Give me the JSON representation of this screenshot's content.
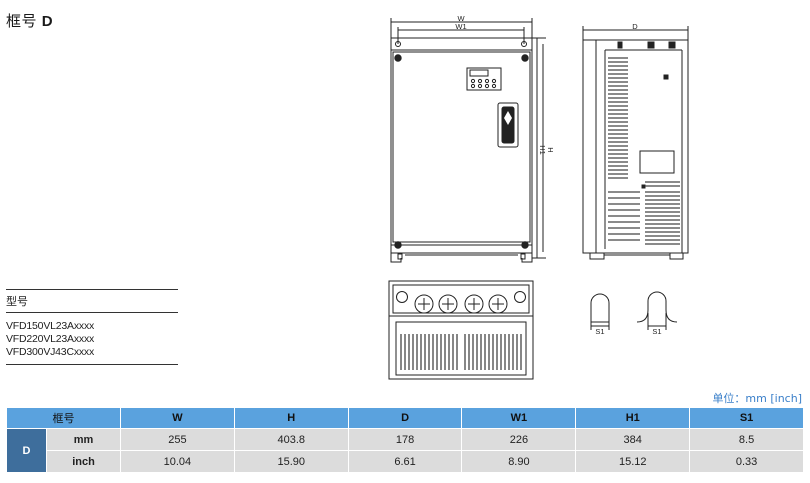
{
  "title": {
    "label": "框号",
    "code": "D"
  },
  "models": {
    "heading": "型号",
    "items": [
      "VFD150VL23Axxxx",
      "VFD220VL23Axxxx",
      "VFD300VJ43Cxxxx"
    ]
  },
  "drawing": {
    "front_labels": {
      "w": "W",
      "w1": "W1",
      "h1": "H1",
      "h": "H"
    },
    "side_label": "D",
    "detail_labels": [
      "S1",
      "S1"
    ]
  },
  "unit_note": "单位：mm [inch]",
  "table": {
    "frame_header": "框号",
    "columns": [
      "W",
      "H",
      "D",
      "W1",
      "H1",
      "S1"
    ],
    "frame": "D",
    "rows": [
      {
        "unit": "mm",
        "values": [
          "255",
          "403.8",
          "178",
          "226",
          "384",
          "8.5"
        ]
      },
      {
        "unit": "inch",
        "values": [
          "10.04",
          "15.90",
          "6.61",
          "8.90",
          "15.12",
          "0.33"
        ]
      }
    ]
  },
  "colors": {
    "header_bg": "#5aa2de",
    "frame_cell_bg": "#3e6e9c",
    "row_bg": "#dcdcdc",
    "unit_note": "#3a7fc9"
  }
}
